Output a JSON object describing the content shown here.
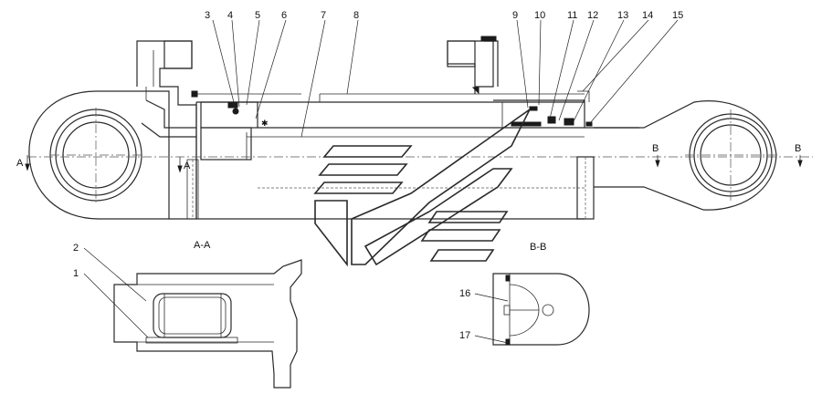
{
  "callouts": [
    "1",
    "2",
    "3",
    "4",
    "5",
    "6",
    "7",
    "8",
    "9",
    "10",
    "11",
    "12",
    "13",
    "14",
    "15",
    "16",
    "17"
  ],
  "section_labels": {
    "section_aa": "A-A",
    "section_bb": "B-B",
    "cut_a_left": "A",
    "cut_a_right": "A",
    "cut_b_left": "B",
    "cut_b_right": "B"
  },
  "watermark": "logo-watermark"
}
